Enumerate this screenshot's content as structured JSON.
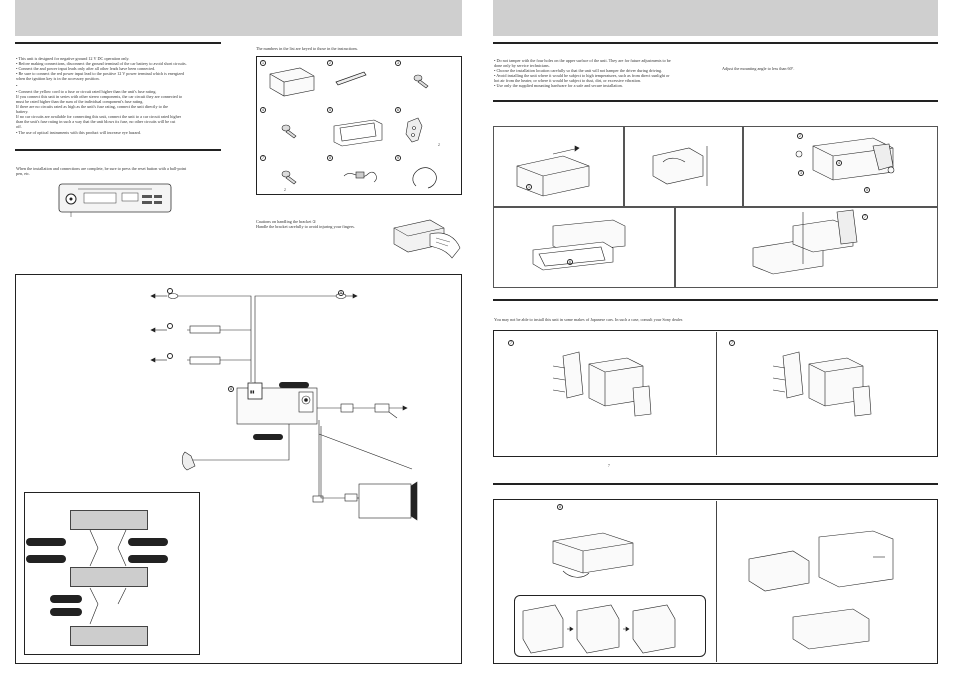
{
  "left_page": {
    "precautions": [
      "• This unit is designed for negative ground 12 V DC operation only.",
      "• Before making connections, disconnect the ground terminal of the car battery to avoid short circuits.",
      "• Connect the            and         power input leads only after all other leads have been connected.",
      "• Be sure to connect the red power input lead to the positive 12 V power terminal which is energized",
      "   when the ignition key is in the accessory position.",
      "•",
      "• Connect the yellow cord to a fuse or circuit rated higher than the unit's fuse rating.",
      "   If you connect this unit in series with other stereo components, the car circuit they are connected to",
      "   must be rated higher than the sum of the individual component's fuse rating.",
      "   If there are no circuits rated as high as the unit's fuse rating, connect the unit directly to the",
      "   battery.",
      "   If no car circuits are available for connecting this unit, connect the unit to a car circuit rated higher",
      "   than the unit's fuse rating in such a way that the unit blows its fuse, no other circuits will be cut",
      "   off.",
      "• The use of optical instruments with this product will increase eye hazard."
    ],
    "reset_text": [
      "When the installation and connections are complete, be sure to press the reset button with a ball-point",
      "pen, etc."
    ],
    "parts_intro": "The numbers in the list are keyed to those in the instructions.",
    "parts_numbers": [
      "1",
      "2",
      "3",
      "4",
      "5",
      "6",
      "7",
      "8",
      "9"
    ],
    "parts_qty_6": "2",
    "parts_qty_7": "2",
    "caution_lines": [
      "Cautions on handling the bracket ①",
      "Handle the bracket carefully to avoid injuring your fingers."
    ],
    "connection_number": "8",
    "connection_top_number": "9"
  },
  "right_page": {
    "mounting_precautions": [
      "• Do not tamper with the four holes on the upper surface of the unit. They are for future adjustments to be",
      "   done only by service technicians.",
      "• Choose the installation location carefully so that the unit will not hamper the driver during driving.",
      "• Avoid installing the unit where it would be subject to high temperatures, such as from direct sunlight or",
      "   hot air from the heater, or where it would be subject to dust, dirt, or excessive vibration.",
      "• Use only the supplied mounting hardware for a safe and secure installation."
    ],
    "angle_note": "Adjust the mounting angle to less than 60°.",
    "japanese_cars_note": "You may not be able to install this unit in some makes of Japanese cars. In such a case, consult your Sony dealer.",
    "jp_labels": [
      "7",
      "7"
    ],
    "jp_footnote": "7",
    "removal_number": "8",
    "diagram_numbers": [
      "1",
      "2",
      "3",
      "4",
      "5",
      "6",
      "7"
    ]
  }
}
